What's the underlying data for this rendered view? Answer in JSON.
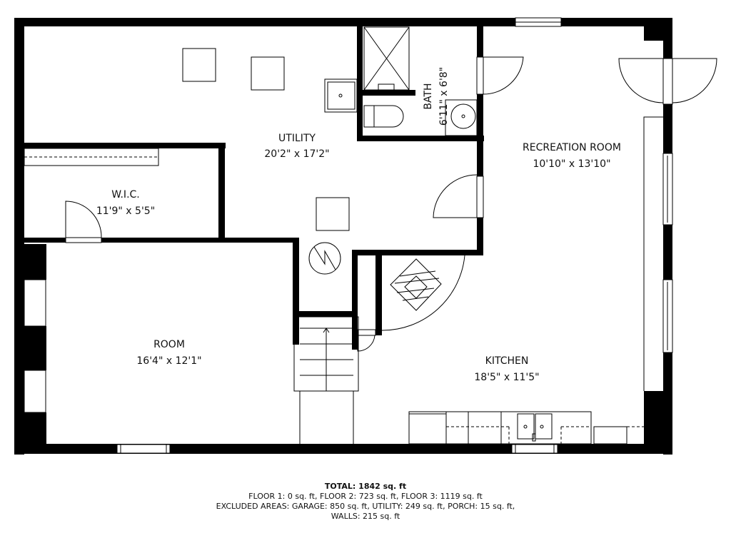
{
  "floorplan": {
    "rooms": [
      {
        "id": "utility",
        "name": "UTILITY",
        "dimensions": "20'2\" x 17'2\""
      },
      {
        "id": "bath",
        "name": "BATH",
        "dimensions": "6'11\" x 6'8\""
      },
      {
        "id": "recreation-room",
        "name": "RECREATION ROOM",
        "dimensions": "10'10\" x 13'10\""
      },
      {
        "id": "wic",
        "name": "W.I.C.",
        "dimensions": "11'9\" x 5'5\""
      },
      {
        "id": "room",
        "name": "ROOM",
        "dimensions": "16'4\" x 12'1\""
      },
      {
        "id": "kitchen",
        "name": "KITCHEN",
        "dimensions": "18'5\" x 11'5\""
      }
    ],
    "fixtures": [
      "shower-icon",
      "toilet-icon",
      "bath-sink-icon",
      "utility-sink-icon",
      "water-heater-icon",
      "furnace-icon",
      "stairs-icon",
      "kitchen-sink-icon"
    ],
    "colors": {
      "wall": "#000000",
      "background": "#ffffff"
    }
  },
  "summary": {
    "total": "TOTAL: 1842 sq. ft",
    "floors": "FLOOR 1: 0 sq. ft, FLOOR 2: 723 sq. ft, FLOOR 3: 1119 sq. ft",
    "excluded": "EXCLUDED AREAS: GARAGE: 850 sq. ft, UTILITY: 249 sq. ft, PORCH: 15 sq. ft,",
    "walls": "WALLS: 215 sq. ft"
  }
}
